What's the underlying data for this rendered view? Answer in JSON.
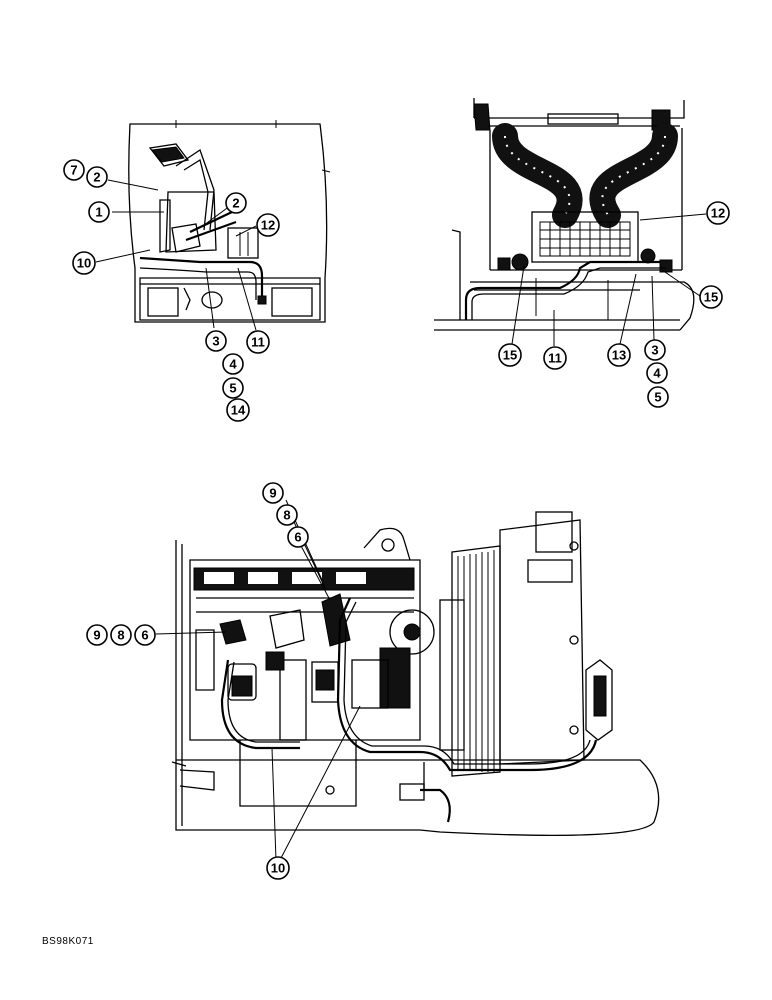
{
  "drawing_code": "BS98K071",
  "views": [
    {
      "name": "upper-left-view",
      "callouts": [
        "7",
        "2",
        "1",
        "2",
        "12",
        "10",
        "3",
        "4",
        "5",
        "14",
        "11"
      ]
    },
    {
      "name": "upper-right-view",
      "callouts": [
        "12",
        "15",
        "15",
        "11",
        "13",
        "3",
        "4",
        "5"
      ]
    },
    {
      "name": "lower-engine-view",
      "callouts": [
        "9",
        "8",
        "6",
        "9",
        "8",
        "6",
        "10"
      ]
    }
  ]
}
